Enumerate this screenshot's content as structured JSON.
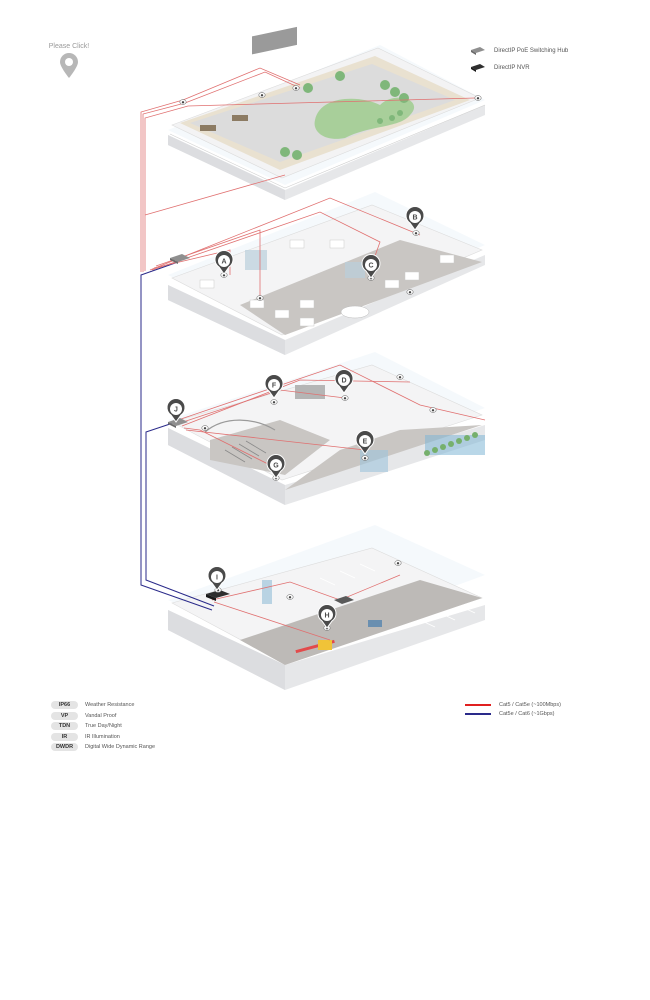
{
  "hint": {
    "label": "Please Click!",
    "icon": "map-pin-icon"
  },
  "device_legend": [
    {
      "label": "DirectIP PoE Switching Hub",
      "icon": "switching-hub-icon",
      "color": "#8f8f8f"
    },
    {
      "label": "DirectIP NVR",
      "icon": "nvr-icon",
      "color": "#2e2e2e"
    }
  ],
  "feature_legend": [
    {
      "code": "IP66",
      "label": "Weather Resistance"
    },
    {
      "code": "VP",
      "label": "Vandal Proof"
    },
    {
      "code": "TDN",
      "label": "True Day/Night"
    },
    {
      "code": "IR",
      "label": "IR Illumination"
    },
    {
      "code": "DWDR",
      "label": "Digital Wide Dynamic Range"
    }
  ],
  "cable_legend": [
    {
      "label": "Cat5 / Cat5e (~100Mbps)",
      "color": "#e02020"
    },
    {
      "label": "Cat5e / Cat6 (~1Gbps)",
      "color": "#2a2a8a"
    }
  ],
  "camera_markers": [
    "A",
    "B",
    "C",
    "D",
    "E",
    "F",
    "G",
    "H",
    "I",
    "J"
  ],
  "colors": {
    "marker": "#4a4a4a",
    "floor_top": "#f1f2f3",
    "floor_side": "#e2e3e5",
    "glass": "#dcebf5",
    "grass": "#8fc08a"
  }
}
